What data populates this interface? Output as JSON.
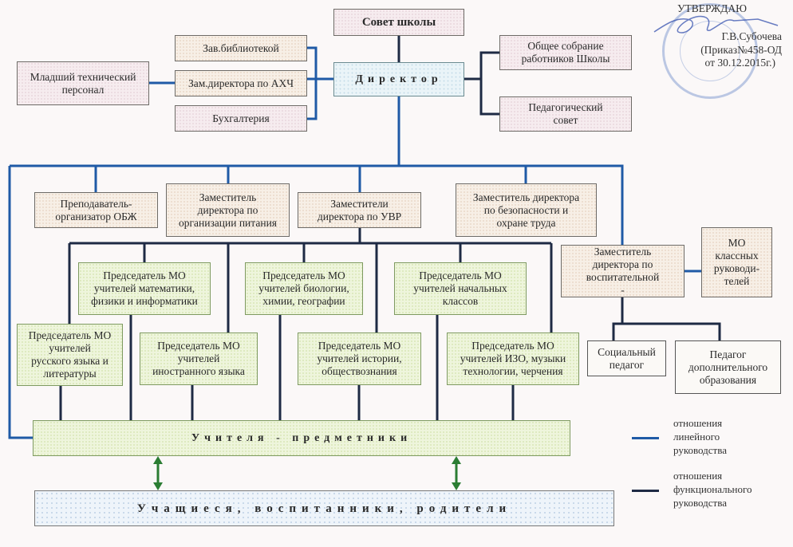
{
  "approval": {
    "title": "УТВЕРЖДАЮ",
    "signer": "Г.В.Субочева",
    "order": "(Приказ№458-ОД",
    "date": "от 30.12.2015г.)"
  },
  "colors": {
    "linear": "#1f5aa6",
    "functional": "#1e2a44",
    "arrow": "#2b7d33"
  },
  "nodes": {
    "school_council": "Совет школы",
    "director": "Директор",
    "librarian": "Зав.библиотекой",
    "deputy_ahch": "Зам.директора по АХЧ",
    "accounting": "Бухгалтерия",
    "junior_staff": "Младший технический\nперсонал",
    "general_meeting": "Общее собрание\nработников Школы",
    "ped_council": "Педагогический\nсовет",
    "obzh": "Преподаватель-\nорганизатор  ОБЖ",
    "deputy_food": "Заместитель\nдиректора по\nорганизации питания",
    "deputy_uvr": "Заместители\nдиректора по УВР",
    "deputy_safety": "Заместитель директора\nпо безопасности и\nохране труда",
    "deputy_edu": "Заместитель\nдиректора по\nвоспитательной\n-",
    "mo_class": "МО\nклассных\nруководи-\nтелей",
    "social_ped": "Социальный\nпедагог",
    "extra_ped": "Педагог\nдополнительного\nобразования",
    "mo_math": "Председатель МО\nучителей математики,\nфизики и информатики",
    "mo_bio": "Председатель МО\nучителей биологии,\nхимии, географии",
    "mo_primary": "Председатель МО\nучителей начальных\nклассов",
    "mo_russian": "Председатель МО\nучителей\nрусского языка и\nлитературы",
    "mo_foreign": "Председатель МО\nучителей\nиностранного языка",
    "mo_history": "Председатель МО\nучителей истории,\nобществознания",
    "mo_arts": "Председатель МО\nучителей ИЗО, музыки\nтехнологии, черчения",
    "teachers": "Учителя - предметники",
    "students": "Учащиеся, воспитанники, родители"
  },
  "legend": [
    {
      "label": "отношения\nлинейного\nруководства",
      "type": "linear"
    },
    {
      "label": "отношения\nфункционального\nруководства",
      "type": "functional"
    }
  ]
}
